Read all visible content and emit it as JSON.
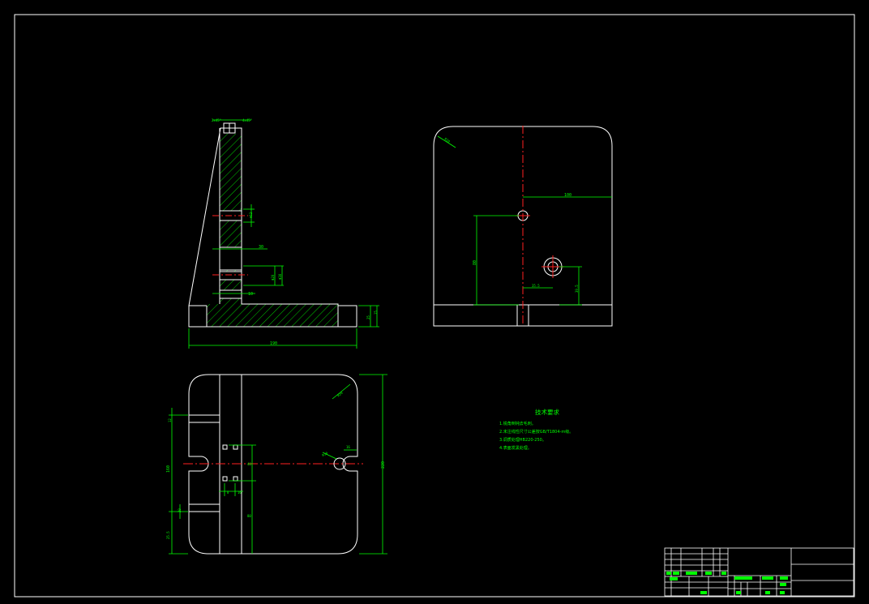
{
  "drawing": {
    "background": "#000000",
    "line_color": "#ffffff",
    "dimension_color": "#00ff00",
    "centerline_color": "#ff2020",
    "hatch_color": "#00ff00"
  },
  "technical_requirements": {
    "title": "技术要求",
    "lines": [
      "1.锐角倒钝去毛刺。",
      "2.未注线性尺寸公差按GB/T1804-m级。",
      "3.调质处理HB220-250。",
      "4.表面发黑处理。"
    ]
  },
  "front_view": {
    "dims": {
      "overall_width": "190",
      "base_height": "25",
      "base_step": "15",
      "top_slot_left": "2x45°",
      "top_slot_right": "4x45°",
      "hole_upper": "Φ12",
      "hole_mid": "30",
      "hole_dia_a": "Φ20",
      "hole_dia_b": "Φ30",
      "web_step": "10"
    }
  },
  "side_view": {
    "dims": {
      "corner_radius": "R20",
      "horizontal": "100",
      "vertical": "80",
      "small_offset": "35.5",
      "small_height": "39.5"
    }
  },
  "top_view": {
    "dims": {
      "corner_radius": "R20",
      "overall_height": "220",
      "left_span": "160",
      "slot_width": "12",
      "slot_depth": "20",
      "spacing_a": "40",
      "spacing_b": "80",
      "small_a": "8",
      "small_b": "16",
      "bottom_offset": "25.5",
      "right_slot": "R10",
      "right_slot_w": "16"
    }
  }
}
